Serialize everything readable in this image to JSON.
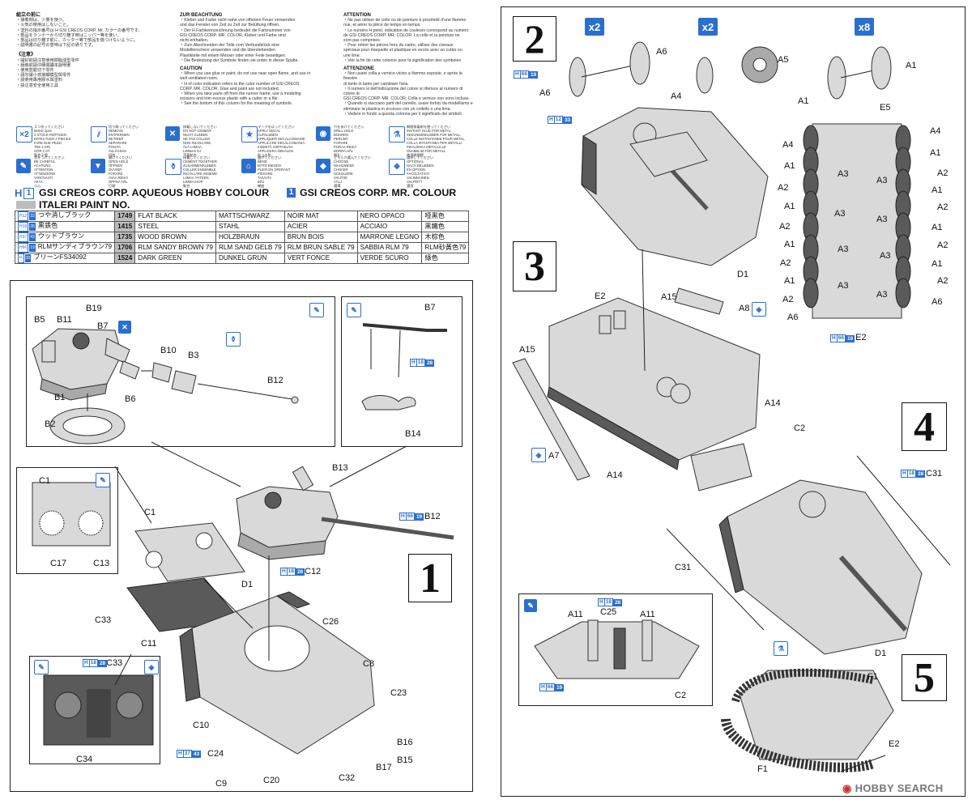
{
  "intro": {
    "jp_head": "組立の前に",
    "jp_lines": [
      "・接着剤は、少量を使う。",
      "・火気の使用はしないこと。",
      "・塗料の指示番号は H GSI CREOS CORP. Mr. カラーの番号です。",
      "・部品をランナーから切り離す時はニッパー等を使い、",
      "・部品は切り離す前に、カッター等で部品を傷つけないように。",
      "・説明書の記号の意味は下記の通りです。"
    ],
    "cn_head": "《注意》",
    "cn_lines": [
      "・開封前請注意使用樹脂成型零件",
      "・組裝前請仔細閱讀本說明書",
      "・使用剪鉗切下零件",
      "・請勿讓小孩接觸模型與零件",
      "・請使用專用膠水與塗料",
      "・請注意安全使用工具"
    ],
    "de_head": "ZUR BEACHTUNG",
    "de_lines": [
      "・Kleber und Farbe nicht nahe von offenem Feuer verwenden",
      "und das Fenster von Zeit zu Zeit zur Belüftung öffnen.",
      "・Der H Farbkennzeichnung bedeutet die Farbnummer von",
      "GSI CREOS CORP. MR. COLOR. Kleber und Farbe sind",
      "nicht enthalten.",
      "・Zum Abschneiden der Teile vom Verbundstück eine",
      "Modellierschere verwenden und die überstehenden",
      "Plastikteile mit einem Messer oder einer Feile beseitigen.",
      "・Die Bedeutung der Symbole finden sie unten in dieser Spalte."
    ],
    "en_head": "CAUTION",
    "en_lines": [
      "・When you use glue or paint, do not use near open flame, and use in",
      "well ventilated room.",
      "・H of color indication refers to the color number of GSI CREOS",
      "CORP. MR. COLOR. Glue and paint are not included.",
      "・When you take parts off from the runner frame, use a modeling",
      "scissors and trim excess plastic with a cutter or a file.",
      "・See the bottom of this column for the meaning of symbols."
    ],
    "fr_head": "ATTENTION",
    "fr_lines": [
      "・Ne pas utiliser de colle ou de peinture à proximité d'une flamme",
      "nue, et aérer la pièce de temps en temps.",
      "・Le numéro H peint, indication de couleurs correspond au numéro",
      "de GSI CREOS CORP. MR. COLOR. La colle et la peinture ne",
      "sont pas comprises.",
      "・Pour retirer les pièces hors du cadre, utiliser des ciseaux",
      "spéciaux pour maquette et plastique en excès avec un cutter ou",
      "une lime.",
      "・Voir la fin de cette colonne pour la signification des symboles"
    ],
    "it_head": "ATTENZIONE",
    "it_lines": [
      "・Non usare colla a vernice vicino a fiamme esposte, e aprire le finestre",
      "di tanto in tanto per cambiare l'aria.",
      "・Il numero H dell'indicazione del colore si riferisce al numero di colore di",
      "GSI CREOS CORP. MR. COLOR. Colla e vernice non sono incluse.",
      "・Quando si staccano parti del carrello, usare forbici da modellismo e",
      "eliminare la plastica in eccesso con un coltello o una lima.",
      "・Vedere in fondo a questa colonna per il significato dei simboli."
    ]
  },
  "symbols": [
    {
      "icon": "x2",
      "lines": [
        "２つ作ってください",
        "MAKE 2pcs",
        "2 STÜCK FERTIGEN",
        "EFFECTUER 2 PIECES",
        "FARE DUE PEZZI",
        "TEE 2 KPL",
        "GÖR 2 ST",
        "製作２個",
        "做两個"
      ]
    },
    {
      "icon": "remove",
      "lines": [
        "切り取ってください",
        "REMOVE",
        "ENTFERNEN",
        "RETIRER",
        "SEPARARE",
        "POISTA",
        "AVLÄGSNA",
        "切除",
        "切除"
      ]
    },
    {
      "icon": "nocement",
      "lines": [
        "接着しないでください",
        "DO NOT CEMENT",
        "NICHT KLEBEN",
        "NE PAS COLLER",
        "NON INCOLLARE",
        "ÄLÄ LIIMAA",
        "LIMMAS EJ",
        "不要黏合",
        "不要粘合"
      ]
    },
    {
      "icon": "decal",
      "lines": [
        "マークをはってください",
        "APPLY DECAL",
        "AUFKLEBEN",
        "APPLIQUER DECALCOMANIE",
        "APPLICARE DECALCOMANIA",
        "KIINNITÄ SIIRTOKUVA",
        "APPLICERA DEKALEN",
        "貼上水貼",
        "贴上水贴"
      ]
    },
    {
      "icon": "drill",
      "lines": [
        "穴をあけてください",
        "DRILL HOLE",
        "BOHREN",
        "PERCER",
        "FORARE",
        "PORAA REIKÄ",
        "BORRA HÅL",
        "開孔",
        "钻孔"
      ]
    },
    {
      "icon": "metal",
      "lines": [
        "瞬間接着剤を使ってください",
        "INSTANT GLUE FOR METAL",
        "SEKUNDENKLEBER FÜR METALL",
        "COLLE INSTANTANEE POUR METAL",
        "COLLA ISTANTANEA PER METALLI",
        "PIKALIIMAA METALLILLE",
        "SNABBLIM FÖR METALL",
        "使用瞬間膠",
        "使用瞬间胶"
      ]
    },
    {
      "icon": "careful",
      "lines": [
        "気をつけてください",
        "BE CAREFUL",
        "ACHTUNG",
        "ATTENTION",
        "ATTENZIONE",
        "VAROVASTI",
        "AKTA",
        "小心",
        "小心"
      ]
    },
    {
      "icon": "open",
      "lines": [
        "開けてください",
        "OPEN HOLE",
        "ÖFFNEN",
        "OUVRIR",
        "FORARE",
        "AVAA REIKÄ",
        "ÖPPNA HÅL",
        "打開",
        "打开"
      ]
    },
    {
      "icon": "cementtogether",
      "lines": [
        "接着してください",
        "CEMENT TOGETHER",
        "ZUSAMMENKLEBEN",
        "COLLER ENSEMBLE",
        "INCOLLARE INSIEME",
        "LIIMAA YHTEEN",
        "LIMMA IHOP",
        "黏合",
        "粘合"
      ]
    },
    {
      "icon": "bend",
      "lines": [
        "曲げてください",
        "BEND",
        "BITTE BIEGEN",
        "PLIER EN OPERANT",
        "PIEGARE",
        "TAIVUTA",
        "BÖJ",
        "彎曲",
        "弯曲"
      ]
    },
    {
      "icon": "alternative",
      "lines": [
        "どちらか選んでください",
        "CHOOSE",
        "WAHLWEISE",
        "CHOISIR",
        "SCEGLIERE",
        "VALITSE",
        "VÄLJ",
        "選擇",
        "选择"
      ]
    },
    {
      "icon": "optional",
      "lines": [
        "選択してください",
        "OPTIONAL",
        "NACH BELIEBEN",
        "EN OPTION",
        "FACOLTATIVO",
        "VALINNAINEN",
        "VALFRITT",
        "選用",
        "选用"
      ]
    }
  ],
  "paint_header": {
    "h_label": "H",
    "h_num": "1",
    "aqueous": "GSI CREOS CORP. AQUEOUS HOBBY COLOUR",
    "mr_num": "1",
    "mr": "GSI CREOS CORP. MR. COLOUR",
    "italeri": "ITALERI PAINT NO."
  },
  "paint_table": [
    {
      "h": "12",
      "n": "33",
      "jp": "つや消しブラック",
      "ital": "1749",
      "en": "FLAT BLACK",
      "de": "MATTSCHWARZ",
      "fr": "NOIR MAT",
      "it": "NERO OPACO",
      "cn": "哑黑色"
    },
    {
      "h": "18",
      "n": "28",
      "jp": "黒鉄色",
      "ital": "1415",
      "en": "STEEL",
      "de": "STAHL",
      "fr": "ACIER",
      "it": "ACCIAIO",
      "cn": "黑鐵色"
    },
    {
      "h": "37",
      "n": "43",
      "jp": "ウッドブラウン",
      "ital": "1735",
      "en": "WOOD BROWN",
      "de": "HOLZBRAUN",
      "fr": "BRUN BOIS",
      "it": "MARRONE LEGNO",
      "cn": "木棕色"
    },
    {
      "h": "66",
      "n": "19",
      "jp": "RLMサンディブラウン79",
      "ital": "1706",
      "en": "RLM SANDY BROWN 79",
      "de": "RLM SAND GELB 79",
      "fr": "RLM BRUN SABLE 79",
      "it": "SABBIA RLM 79",
      "cn": "RLM砂黃色79"
    },
    {
      "h": "",
      "n": "30",
      "jp": "ブリーンFS34092",
      "ital": "1524",
      "en": "DARK GREEN",
      "de": "DUNKEL GRUN",
      "fr": "VERT FONCE",
      "it": "VERDE SCURO",
      "cn": "綠色"
    }
  ],
  "steps": {
    "s1": "1",
    "s2": "2",
    "s3": "3",
    "s4": "4",
    "s5": "5"
  },
  "multipliers": {
    "m1": "x2",
    "m2": "x2",
    "m3": "x8"
  },
  "step1_labels": [
    "B5",
    "B11",
    "B19",
    "B7",
    "B1",
    "B2",
    "B6",
    "B10",
    "B3",
    "B12",
    "B7",
    "B14",
    "B13",
    "B12",
    "C1",
    "C1",
    "C17",
    "C13",
    "C33",
    "C12",
    "D1",
    "C26",
    "C11",
    "C8",
    "C23",
    "C10",
    "C24",
    "C9",
    "C20",
    "C32",
    "B17",
    "B16",
    "B15",
    "C33",
    "C34"
  ],
  "step2_labels": [
    "A6",
    "A6",
    "A5",
    "A4",
    "A1",
    "A1",
    "E5",
    "A4",
    "A4",
    "A1",
    "A1",
    "A3",
    "A3",
    "A2",
    "A2",
    "A1",
    "A1",
    "A3",
    "A3",
    "A2",
    "A2",
    "A1",
    "A1",
    "A3",
    "A3",
    "A2",
    "A2",
    "A1",
    "A1",
    "A3",
    "A3",
    "A2",
    "A2",
    "A6",
    "A6",
    "E2",
    "D1"
  ],
  "step3_labels": [
    "E2",
    "A15",
    "A8",
    "A15",
    "A14",
    "A7",
    "A14"
  ],
  "step4_labels": [
    "C2",
    "C31",
    "C31",
    "D1",
    "A11",
    "C25",
    "A11",
    "C2"
  ],
  "step5_labels": [
    "F1",
    "E2",
    "F1"
  ],
  "paint_callouts": {
    "b14": {
      "h": "18",
      "n": "28"
    },
    "b12": {
      "h": "66",
      "n": "19"
    },
    "c12": {
      "h": "18",
      "n": "28"
    },
    "c24": {
      "h": "37",
      "n": "43"
    },
    "c33": {
      "h": "18",
      "n": "28"
    },
    "a6": {
      "h": "66",
      "n": "19"
    },
    "a6b": {
      "h": "12",
      "n": "33"
    },
    "e2": {
      "h": "66",
      "n": "19"
    },
    "c31": {
      "h": "18",
      "n": "28"
    },
    "c25": {
      "h": "18",
      "n": "28"
    },
    "c2": {
      "h": "66",
      "n": "19"
    }
  },
  "watermark": "HOBBY SEARCH"
}
